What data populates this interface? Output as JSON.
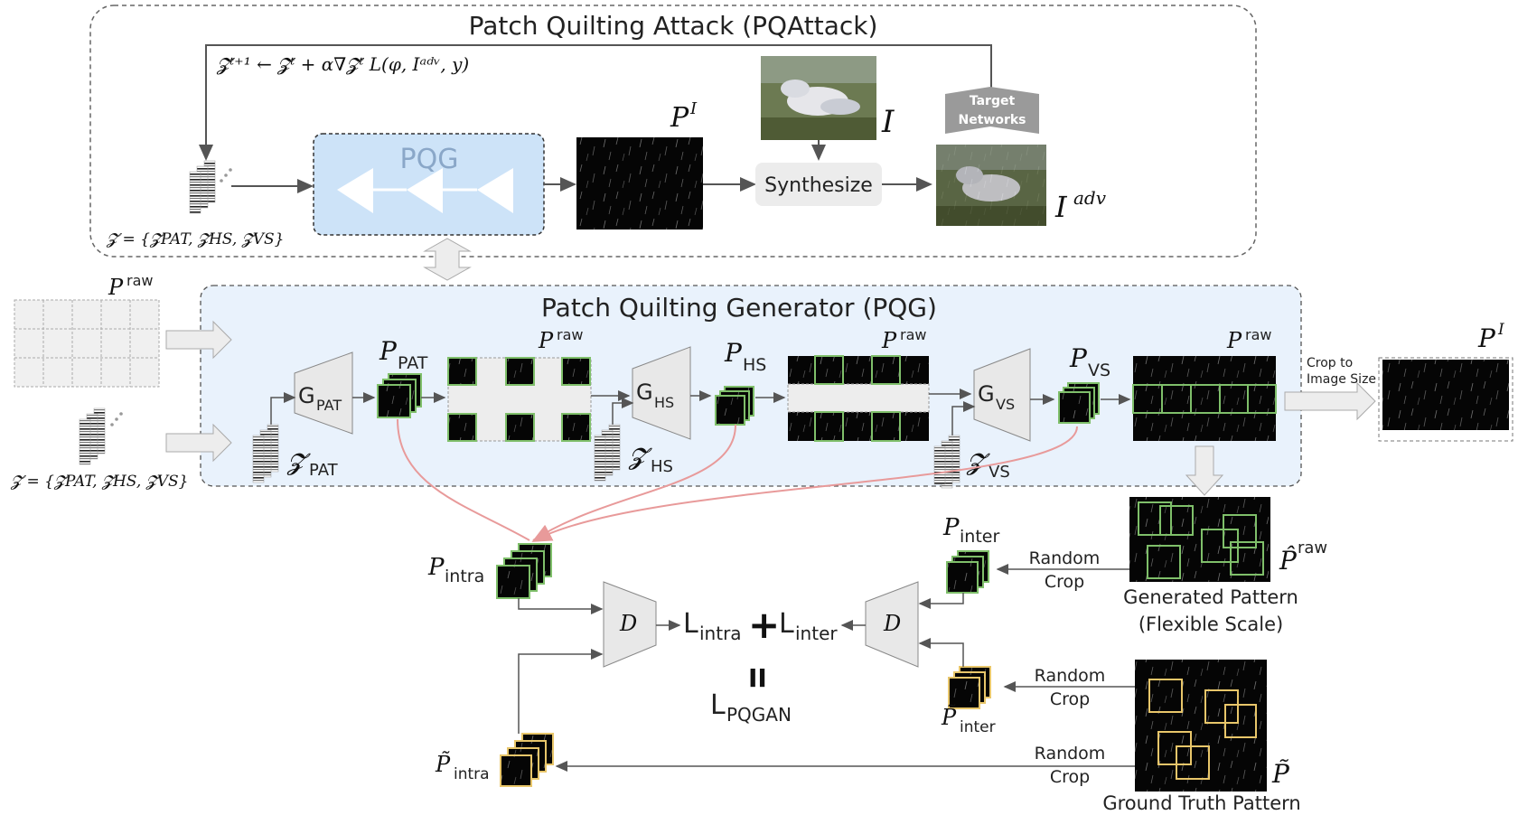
{
  "pqattack": {
    "title": "Patch Quilting Attack (PQAttack)",
    "update_rule": "𝓩ᵗ⁺¹ ← 𝓩ᵗ + α∇𝓩ᵗ L(φ, Iᵃᵈᵛ, y)",
    "z_set": "𝓩 = {𝓩PAT, 𝓩HS, 𝓩VS}",
    "pqg_label": "PQG",
    "p_i": "P",
    "p_i_sup": "I",
    "image_i": "I",
    "synthesize": "Synthesize",
    "target_networks_line1": "Target",
    "target_networks_line2": "Networks",
    "i_adv": "I",
    "i_adv_sup": "adv"
  },
  "pqg": {
    "title": "Patch Quilting Generator (PQG)",
    "p_raw": "P",
    "raw": "raw",
    "g_pat": "G",
    "g_pat_sub": "PAT",
    "g_hs": "G",
    "g_hs_sub": "HS",
    "g_vs": "G",
    "g_vs_sub": "VS",
    "p_pat": "P",
    "p_pat_sub": "PAT",
    "p_hs": "P",
    "p_hs_sub": "HS",
    "p_vs": "P",
    "p_vs_sub": "VS",
    "z_pat": "𝓩",
    "z_pat_sub": "PAT",
    "z_hs": "𝓩",
    "z_hs_sub": "HS",
    "z_vs": "𝓩",
    "z_vs_sub": "VS",
    "z_set": "𝓩 = {𝓩PAT, 𝓩HS, 𝓩VS}",
    "crop_line1": "Crop to",
    "crop_line2": "Image Size",
    "p_i": "P",
    "p_i_sup": "I"
  },
  "losses": {
    "p_intra": "P",
    "p_intra_sub": "intra",
    "p_inter": "P",
    "p_inter_sub": "inter",
    "pt_intra": "P̃",
    "pt_intra_sub": "intra",
    "pt_inter": "P̃",
    "pt_inter_sub": "inter",
    "d": "D",
    "l_intra": "L",
    "l_intra_sub": "intra",
    "plus": "+",
    "l_inter": "L",
    "l_inter_sub": "inter",
    "equals": "II",
    "l_pqgan": "L",
    "l_pqgan_sub": "PQGAN",
    "random_crop_1a": "Random",
    "random_crop_1b": "Crop",
    "random_crop_2a": "Random",
    "random_crop_2b": "Crop",
    "random_crop_3a": "Random",
    "random_crop_3b": "Crop",
    "generated_line1": "Generated Pattern",
    "generated_line2": "(Flexible Scale)",
    "p_hat": "P̂",
    "p_hat_sup": "raw",
    "ground_truth": "Ground Truth Pattern",
    "p_tilde": "P̃"
  },
  "colors": {
    "pqg_panel_fill": "#e9f2fc",
    "pqg_box_fill": "#cde3f8",
    "green_outline": "#7fbf6a",
    "yellow_outline": "#e8c66a",
    "red_arrow": "#e89a9a"
  }
}
